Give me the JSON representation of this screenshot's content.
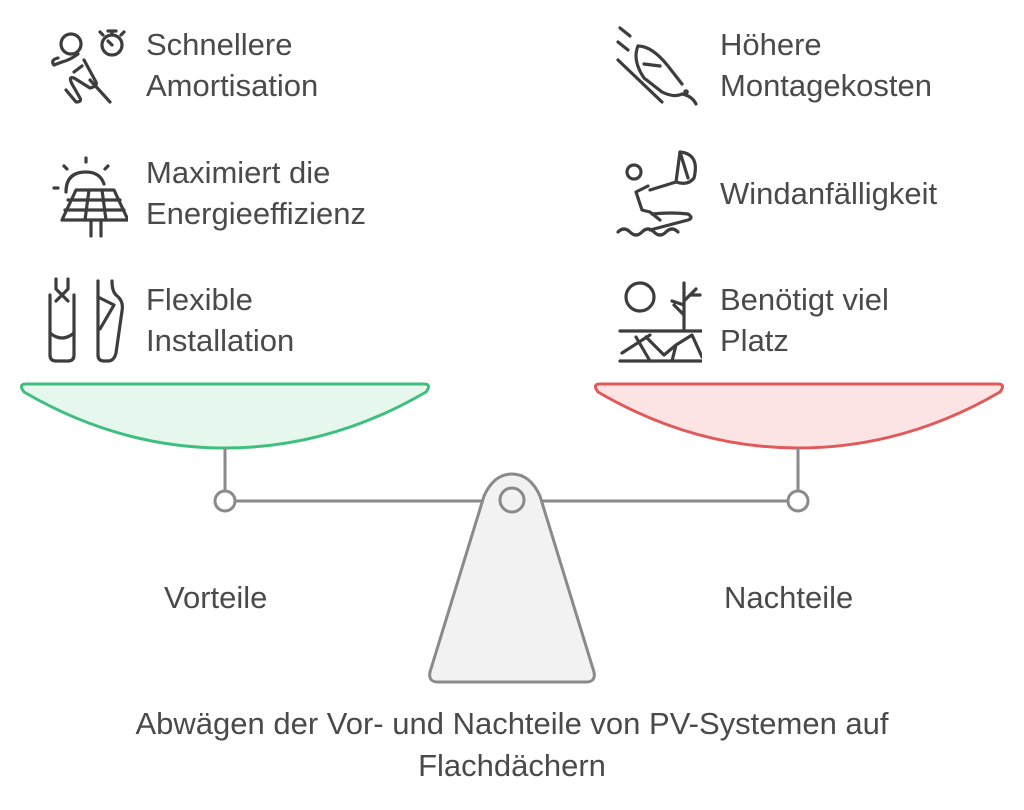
{
  "diagram": {
    "title": "Abwägen der Vor- und Nachteile von PV-Systemen auf Flachdächern",
    "title_line1": "Abwägen der Vor- und Nachteile von PV-Systemen auf",
    "title_line2": "Flachdächern",
    "colors": {
      "text": "#4a4a4a",
      "icon_stroke": "#3d3d3d",
      "scale_stroke": "#8a8a8a",
      "fulcrum_fill": "#f2f2f2",
      "advantages_stroke": "#3fbf7f",
      "advantages_fill": "#e6f8ee",
      "disadvantages_stroke": "#e05a5a",
      "disadvantages_fill": "#fde4e4"
    },
    "advantages": {
      "label": "Vorteile",
      "items": [
        {
          "icon": "runner-stopwatch-icon",
          "text": "Schnellere\nAmortisation"
        },
        {
          "icon": "solar-panel-sun-icon",
          "text": "Maximiert die\nEnergieeffizienz"
        },
        {
          "icon": "ballet-shoes-icon",
          "text": "Flexible\nInstallation"
        }
      ]
    },
    "disadvantages": {
      "label": "Nachteile",
      "items": [
        {
          "icon": "diving-bird-icon",
          "text": "Höhere\nMontagekosten"
        },
        {
          "icon": "kitesurfer-icon",
          "text": "Windanfälligkeit"
        },
        {
          "icon": "dry-land-tree-icon",
          "text": "Benötigt viel\nPlatz"
        }
      ]
    }
  }
}
